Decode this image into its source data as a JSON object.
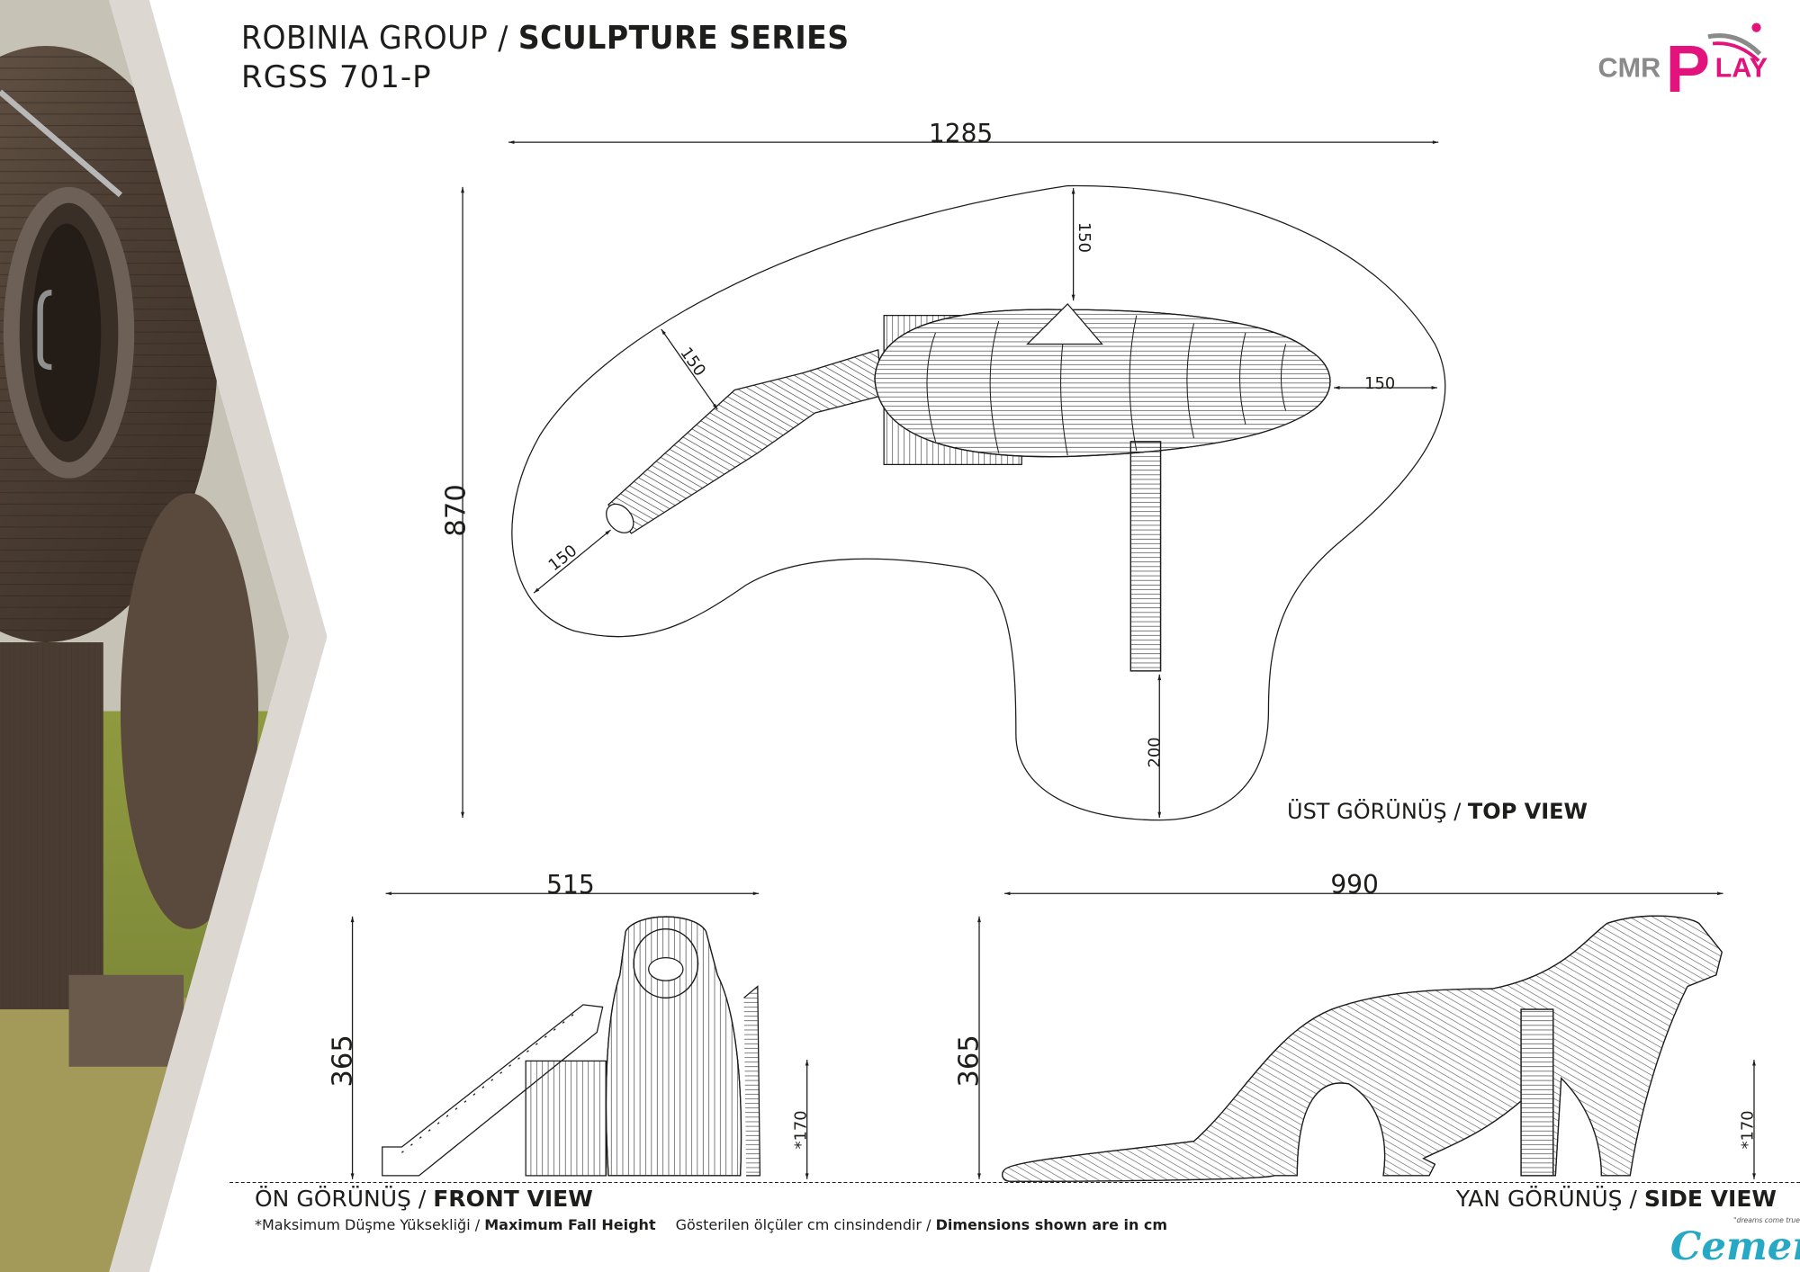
{
  "header": {
    "title_regular": "ROBINIA GROUP / ",
    "title_bold": "SCULPTURE SERIES",
    "product_code": "RGSS 701-P"
  },
  "logos": {
    "brand_top": "CMR PLAY",
    "brand_top_part1": "CMR",
    "brand_top_part2": "P",
    "brand_top_part3": "LAY",
    "brand_bottom": "Cemer",
    "brand_bottom_tagline": "\"dreams come true\""
  },
  "colors": {
    "brand_pink": "#e2137d",
    "brand_gray": "#8a8a8a",
    "cemer_blue": "#27a9c6",
    "line": "#1d1d1b"
  },
  "top_view": {
    "label_regular": "ÜST GÖRÜNÜŞ / ",
    "label_bold": "TOP VIEW",
    "width": "1285",
    "depth": "870",
    "clearance_top": "150",
    "clearance_left_upper": "150",
    "clearance_left_lower": "150",
    "clearance_right": "150",
    "clearance_bottom": "200"
  },
  "front_view": {
    "label_regular": "ÖN GÖRÜNÜŞ / ",
    "label_bold": "FRONT VIEW",
    "width": "515",
    "height": "365",
    "fall_height": "*170"
  },
  "side_view": {
    "label_regular": "YAN GÖRÜNÜŞ / ",
    "label_bold": "SIDE VIEW",
    "width": "990",
    "height": "365",
    "fall_height": "*170"
  },
  "footer": {
    "note1_regular": "*Maksimum Düşme Yüksekliği / ",
    "note1_bold": "Maximum Fall Height",
    "note2_regular": "Gösterilen ölçüler cm cinsindendir / ",
    "note2_bold": "Dimensions shown are in cm"
  }
}
